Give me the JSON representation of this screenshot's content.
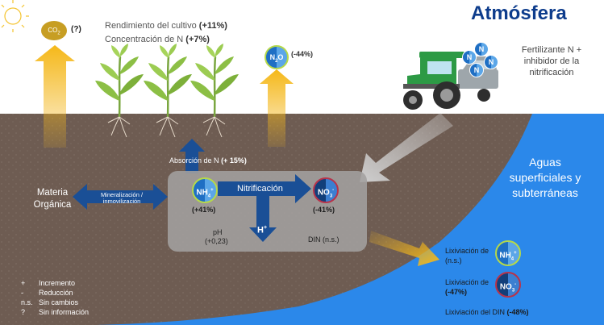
{
  "title": "Atmósfera",
  "co2": {
    "label": "CO",
    "subscript": "2",
    "effect": "(?)"
  },
  "crop": {
    "yield_label": "Rendimiento del cultivo",
    "yield_effect": "(+11%)",
    "n_conc_label": "Concentración de N",
    "n_conc_effect": "(+7%)"
  },
  "n2o": {
    "label": "N",
    "subscript": "2",
    "suffix": "O",
    "effect": "(-44%)"
  },
  "fertilizer": {
    "label": "Fertilizante N + inhibidor de la nitrificación",
    "granule_label": "N"
  },
  "n_uptake": {
    "label": "Absorción de N",
    "effect": "(+ 15%)"
  },
  "organic_matter": {
    "label": "Materia Orgánica"
  },
  "mineralization": {
    "label": "Mineralización / inmovilización"
  },
  "process": {
    "ammonium": {
      "label": "NH",
      "subscript": "4",
      "superscript": "+",
      "effect": "(+41%)"
    },
    "nitrification": "Nitrificación",
    "nitrate": {
      "label": "NO",
      "subscript": "3",
      "superscript": "-",
      "effect": "(-41%)"
    },
    "ph_label": "pH",
    "ph_effect": "(+0,23)",
    "proton": "H",
    "proton_superscript": "+",
    "din_label": "DIN (n.s.)"
  },
  "water": {
    "label": "Aguas superficiales y subterráneas"
  },
  "leaching": {
    "ammonium_label": "Lixiviación de",
    "ammonium_effect": "(n.s.)",
    "nitrate_label": "Lixiviación de",
    "nitrate_effect": "(-47%)",
    "din_label": "Lixiviación del DIN",
    "din_effect": "(-48%)"
  },
  "legend": [
    {
      "symbol": "+",
      "text": "Incremento"
    },
    {
      "symbol": "-",
      "text": "Reducción"
    },
    {
      "symbol": "n.s.",
      "text": "Sin cambios"
    },
    {
      "symbol": "?",
      "text": "Sin información"
    }
  ],
  "colors": {
    "title": "#0d3c8c",
    "soil": "#6e5c52",
    "water": "#2b88ea",
    "arrow_yellow": "#f2b51e",
    "arrow_blue": "#1a4f96",
    "box": "#a3a09f",
    "tractor": "#2d9a45"
  }
}
